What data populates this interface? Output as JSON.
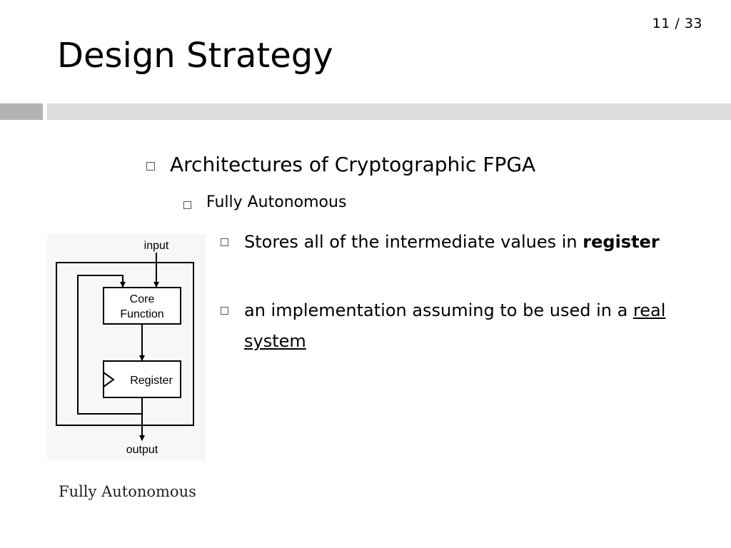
{
  "page": {
    "current": "11",
    "total": "33",
    "label": "11 / 33"
  },
  "title": "Design Strategy",
  "bullets": {
    "level1": "Architectures of Cryptographic FPGA",
    "level2": "Fully Autonomous",
    "level3": [
      {
        "text_before": "Stores all of the intermediate values in",
        "emphasis": "register"
      },
      {
        "text_before": "an implementation assuming to be used in a",
        "emphasis": "real system"
      }
    ]
  },
  "diagram": {
    "input_label": "input",
    "core_label_line1": "Core",
    "core_label_line2": "Function",
    "register_label": "Register",
    "output_label": "output"
  },
  "caption": "Fully Autonomous",
  "colors": {
    "bar_dark": "#b3b3b3",
    "bar_light": "#dcdcdc"
  }
}
